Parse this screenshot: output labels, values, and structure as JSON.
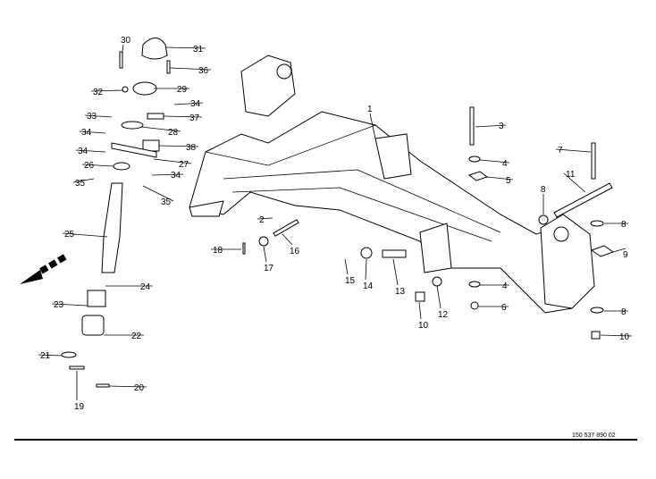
{
  "document_number": "150 537 890 02",
  "callouts": [
    "30",
    "31",
    "36",
    "32",
    "29",
    "34",
    "33",
    "37",
    "28",
    "34",
    "38",
    "34",
    "27",
    "26",
    "34",
    "35",
    "35",
    "1",
    "3",
    "4",
    "5",
    "7",
    "11",
    "8",
    "8",
    "9",
    "2",
    "16",
    "17",
    "18",
    "15",
    "14",
    "13",
    "12",
    "10",
    "4",
    "6",
    "8",
    "10",
    "25",
    "24",
    "23",
    "22",
    "21",
    "20",
    "19"
  ],
  "direction_arrow_icon": "front-direction-arrow"
}
